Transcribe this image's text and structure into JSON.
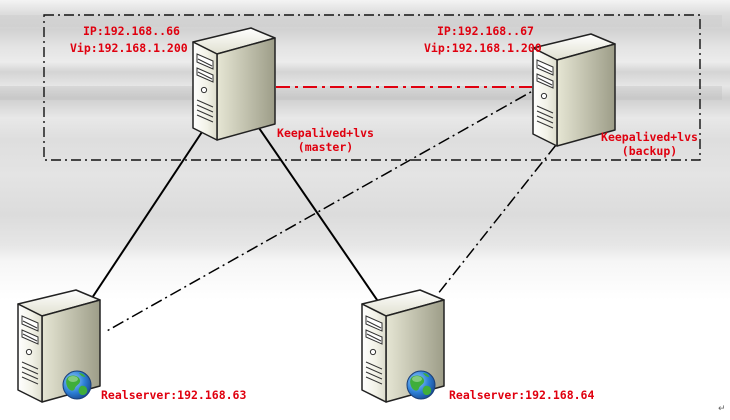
{
  "master": {
    "ip": "IP:192.168..66",
    "vip": "Vip:192.168.1.200",
    "role": "Keepalived+lvs",
    "state": "(master)"
  },
  "backup": {
    "ip": "IP:192.168..67",
    "vip": "Vip:192.168.1.200",
    "role": "Keepalived+lvs",
    "state": "(backup)"
  },
  "realservers": [
    {
      "label": "Realserver:192.168.63"
    },
    {
      "label": "Realserver:192.168.64"
    }
  ],
  "colors": {
    "label": "#e0000f",
    "heartbeat": "#e0000f",
    "link": "#000000"
  },
  "icons": [
    "server-tower-icon",
    "globe-icon",
    "paragraph-return-icon"
  ]
}
